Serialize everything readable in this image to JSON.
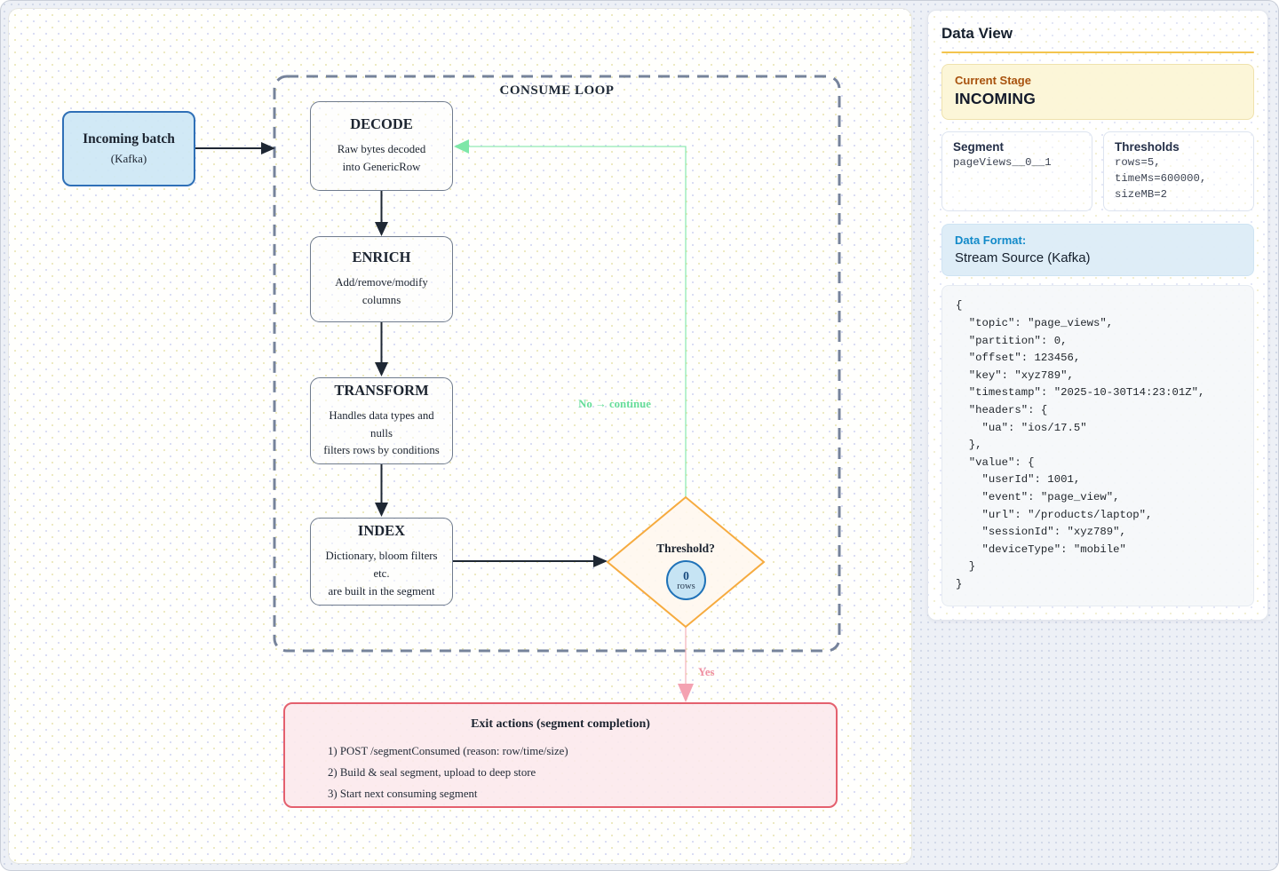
{
  "diagram": {
    "incoming": {
      "title": "Incoming batch",
      "subtitle": "(Kafka)"
    },
    "loop_title": "CONSUME LOOP",
    "steps": [
      {
        "title": "DECODE",
        "desc": "Raw bytes decoded\ninto GenericRow"
      },
      {
        "title": "ENRICH",
        "desc": "Add/remove/modify\ncolumns"
      },
      {
        "title": "TRANSFORM",
        "desc": "Handles data types and nulls\nfilters rows by conditions"
      },
      {
        "title": "INDEX",
        "desc": "Dictionary, bloom filters etc.\nare built in the segment"
      }
    ],
    "decision": {
      "question": "Threshold?",
      "count": "0",
      "unit": "rows"
    },
    "no_label": "No → continue",
    "yes_label": "Yes",
    "exit": {
      "title": "Exit actions (segment completion)",
      "items": [
        "1) POST /segmentConsumed (reason: row/time/size)",
        "2) Build & seal segment, upload to deep store",
        "3) Start next consuming segment"
      ]
    }
  },
  "panel": {
    "title": "Data View",
    "current_stage": {
      "label": "Current Stage",
      "value": "INCOMING"
    },
    "segment": {
      "label": "Segment",
      "value": "pageViews__0__1"
    },
    "thresholds": {
      "label": "Thresholds",
      "value": "rows=5,\ntimeMs=600000,\nsizeMB=2"
    },
    "data_format": {
      "label": "Data Format:",
      "value": "Stream Source (Kafka)"
    },
    "record_json": "{\n  \"topic\": \"page_views\",\n  \"partition\": 0,\n  \"offset\": 123456,\n  \"key\": \"xyz789\",\n  \"timestamp\": \"2025-10-30T14:23:01Z\",\n  \"headers\": {\n    \"ua\": \"ios/17.5\"\n  },\n  \"value\": {\n    \"userId\": 1001,\n    \"event\": \"page_view\",\n    \"url\": \"/products/laptop\",\n    \"sessionId\": \"xyz789\",\n    \"deviceType\": \"mobile\"\n  }\n}"
  },
  "colors": {
    "accent_yellow": "#f3c44d",
    "stage_text": "#a8520e",
    "format_text": "#128ac9",
    "loop_green": "#7ee7a8",
    "exit_pink": "#e4606e",
    "decision_orange": "#f6ab3f",
    "node_blue": "#2f70b7"
  }
}
